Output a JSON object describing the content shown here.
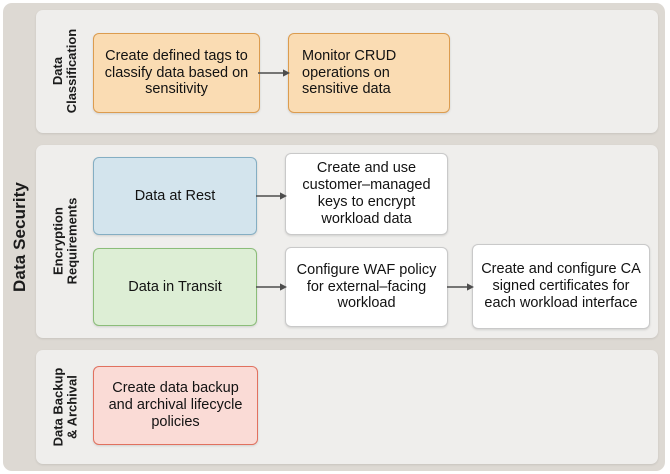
{
  "diagram": {
    "main_title": "Data Security",
    "sections": [
      {
        "id": "classification",
        "title": "Data\nClassification",
        "title_line1": "Data",
        "title_line2": "Classification"
      },
      {
        "id": "encryption",
        "title": "Encryption\nRequirements",
        "title_line1": "Encryption",
        "title_line2": "Requirements"
      },
      {
        "id": "backup",
        "title": "Data Backup\n& Archival",
        "title_line1": "Data Backup",
        "title_line2": "& Archival"
      }
    ],
    "nodes": {
      "create_tags": "Create defined tags to classify data based on sensitivity",
      "monitor_crud": "Monitor CRUD operations on sensitive data",
      "data_at_rest": "Data at Rest",
      "data_in_transit": "Data in Transit",
      "cmk_encrypt": "Create and use customer–managed keys to encrypt workload data",
      "waf_policy": "Configure WAF policy for external–facing workload",
      "ca_certs": "Create and configure CA signed certificates for each workload interface",
      "backup_policies": "Create data backup and archival lifecycle policies"
    },
    "colors": {
      "frame": "#ddd9d3",
      "panel": "#efeeec",
      "orange_fill": "#fadcb3",
      "orange_border": "#dc9c4f",
      "blue_fill": "#d3e4ed",
      "blue_border": "#84aec3",
      "green_fill": "#ddeed5",
      "green_border": "#8bbd79",
      "pink_fill": "#fadbd6",
      "pink_border": "#e1715f",
      "white_fill": "#ffffff",
      "white_border": "#c9c9c9",
      "arrow": "#4d4d4d",
      "text": "#121212"
    },
    "arrows": [
      {
        "id": "arrow-1",
        "from": "create_tags",
        "to": "monitor_crud"
      },
      {
        "id": "arrow-2",
        "from": "data_at_rest",
        "to": "cmk_encrypt"
      },
      {
        "id": "arrow-3",
        "from": "data_in_transit",
        "to": "waf_policy"
      },
      {
        "id": "arrow-4",
        "from": "waf_policy",
        "to": "ca_certs"
      }
    ]
  }
}
